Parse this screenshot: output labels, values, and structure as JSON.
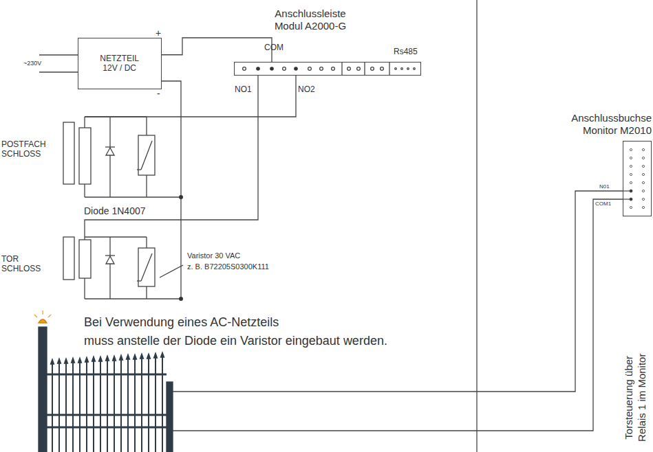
{
  "diagram": {
    "nodes": [
      {
        "text": [
          "NETZTEIL 12V / DC"
        ]
      },
      {
        "text": [
          "Anschlussleiste Modul A2000-G"
        ]
      },
      {
        "text": [
          "Anschlussbuchse Monitor M2010"
        ]
      }
    ],
    "edges": [
      {
        "from": 0,
        "to": 1,
        "arrow": "none"
      }
    ],
    "labels": [
      "~230V",
      "+",
      "-",
      "COM",
      "Rs485",
      "NO1",
      "NO2",
      "POSTFACH SCHLOSS",
      "Diode 1N4007",
      "TOR SCHLOSS",
      "Varistor 30 VAC",
      "z. B. B72205S0300K111",
      "Bei Verwendung eines AC-Netzteils",
      "muss anstelle der Diode ein Varistor eingebaut werden.",
      "N01",
      "COM1",
      "Torsteuerung über",
      "Relais 1 im Monitor"
    ]
  }
}
